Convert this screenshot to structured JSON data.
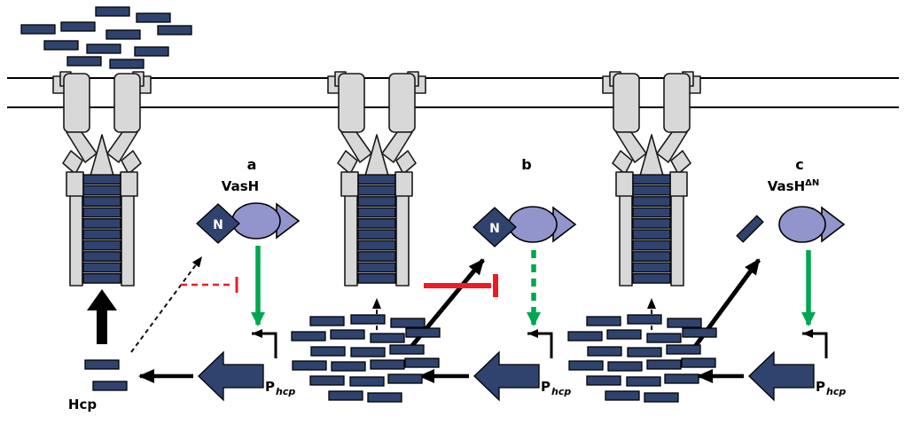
{
  "figure": {
    "panels": {
      "a": {
        "label": "a",
        "protein": "VasH",
        "n_domain": "N",
        "promoter": {
          "main": "P",
          "sub": "hcp"
        }
      },
      "b": {
        "label": "b",
        "n_domain": "N",
        "promoter": {
          "main": "P",
          "sub": "hcp"
        }
      },
      "c": {
        "label": "c",
        "protein_base": "VasH",
        "protein_sup": "ΔN",
        "promoter": {
          "main": "P",
          "sub": "hcp"
        }
      }
    },
    "labels": {
      "hcp": "Hcp"
    },
    "colors": {
      "hcp_navy": "#30436f",
      "machine_gray": "#d8d8d8",
      "machine_edge": "#1a1a1a",
      "protein_purple": "#9195cc",
      "activation_green": "#00a651",
      "inhibition_red": "#ed1c24",
      "ink_black": "#000000"
    }
  }
}
